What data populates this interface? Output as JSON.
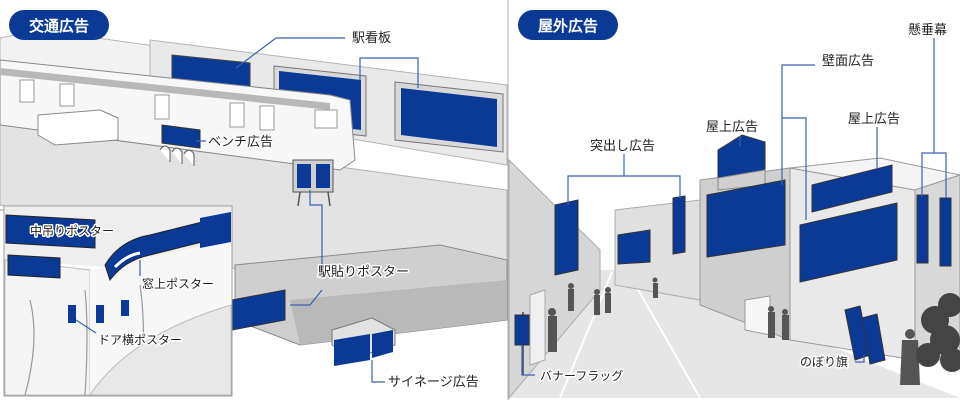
{
  "panels": {
    "transit": {
      "title": "交通広告",
      "labels": {
        "station_board": "駅看板",
        "bench_ad": "ベンチ広告",
        "station_poster": "駅貼りポスター",
        "signage_ad": "サイネージ広告",
        "hanging_poster": "中吊りポスター",
        "window_poster": "窓上ポスター",
        "door_poster": "ドア横ポスター"
      }
    },
    "outdoor": {
      "title": "屋外広告",
      "labels": {
        "projecting_sign": "突出し広告",
        "rooftop_ad_left": "屋上広告",
        "wall_ad": "壁面広告",
        "rooftop_ad_right": "屋上広告",
        "hanging_banner": "懸垂幕",
        "banner_flag": "バナーフラッグ",
        "nobori_flag": "のぼり旗"
      }
    }
  },
  "colors": {
    "accent_blue": "#0b3a96",
    "leader_line": "#3a62b0",
    "building_light": "#ececec",
    "building_mid": "#dcdcdc",
    "building_dark": "#c4c4c4",
    "line_gray": "#8a8a8a"
  }
}
